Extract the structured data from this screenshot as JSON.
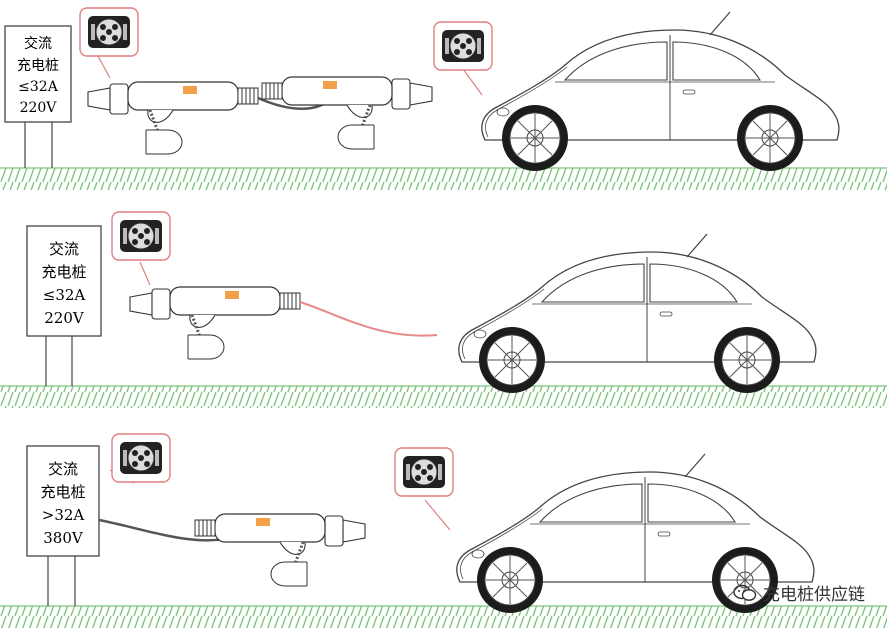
{
  "scenes": [
    {
      "station_lines": [
        "交流",
        "充电桩",
        "≤32A",
        "220V"
      ],
      "mode": "portable-cable"
    },
    {
      "station_lines": [
        "交流",
        "充电桩",
        "≤32A",
        "220V"
      ],
      "mode": "tethered-cable"
    },
    {
      "station_lines": [
        "交流",
        "充电桩",
        ">32A",
        "380V"
      ],
      "mode": "tethered-cable-high-power"
    }
  ],
  "watermark": {
    "text": "充电桩供应链",
    "icon": "wechat-icon"
  },
  "colors": {
    "grass": "#7ec57e",
    "callout": "#e07f7f",
    "line": "#444444",
    "cable_red": "#e58a8a",
    "plug_accent": "#f2a14a"
  }
}
